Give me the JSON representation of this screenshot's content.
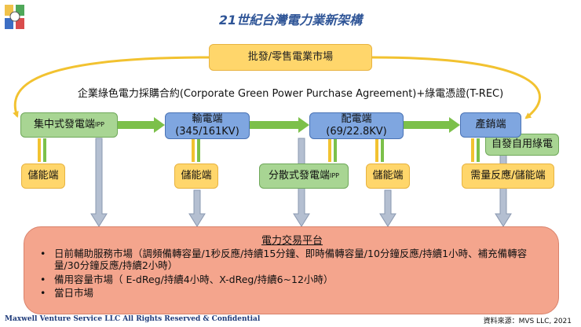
{
  "title": "21世紀台灣電力業新架構",
  "wholesale_market": "批發/零售電業市場",
  "ppa_label": "企業綠色電力採購合約(Corporate Green Power Purchase Agreement)+綠電憑證(T-REC)",
  "nodes": {
    "centralized": {
      "label": "集中式發電端",
      "sub": "IPP"
    },
    "transmission": {
      "line1": "輸電端",
      "line2": "(345/161KV)"
    },
    "distribution": {
      "line1": "配電端",
      "line2": "(69/22.8KV)"
    },
    "consumer": {
      "label": "產銷端"
    },
    "self_use_green": {
      "label": "自發自用綠電"
    },
    "distributed_gen": {
      "label": "分散式發電端",
      "sub": "IPP"
    },
    "storage_1": {
      "label": "儲能端"
    },
    "storage_2": {
      "label": "儲能端"
    },
    "storage_3": {
      "label": "儲能端"
    },
    "demand_response": {
      "label": "需量反應/儲能端"
    }
  },
  "platform": {
    "title": "電力交易平台",
    "items": [
      "日前輔助服務市場（調頻備轉容量/1秒反應/持續15分鐘、即時備轉容量/10分鐘反應/持續1小時、補充備轉容量/30分鐘反應/持續2小時）",
      "備用容量市場（ E-dReg/持續4小時、X-dReg/持續6~12小時）",
      "當日市場"
    ]
  },
  "footer": {
    "left": "Maxwell Venture Service LLC   All Rights Reserved & Confidential",
    "right": "資料來源：MVS LLC, 2021"
  },
  "colors": {
    "title": "#2F5597",
    "gold": "#FFD66B",
    "green": "#A8D593",
    "blue": "#7FA6E0",
    "salmon": "#F4A58D",
    "arrow_gray": "#A6B3C8",
    "arrow_green": "#7CC04A"
  }
}
